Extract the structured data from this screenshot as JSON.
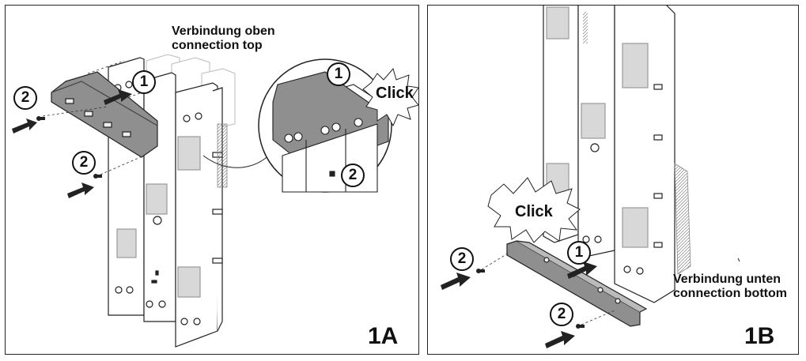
{
  "panel_a": {
    "caption_de": "Verbindung oben",
    "caption_en": "connection top",
    "tag": "1A",
    "click": "Click",
    "step_one": "1",
    "step_two": "2"
  },
  "panel_b": {
    "caption_de": "Verbindung unten",
    "caption_en": "connection bottom",
    "tag": "1B",
    "click": "Click",
    "step_one": "1",
    "step_two": "2"
  },
  "colors": {
    "bracket": "#8f8f8f",
    "line": "#222222",
    "plate": "#dcdcdc"
  }
}
